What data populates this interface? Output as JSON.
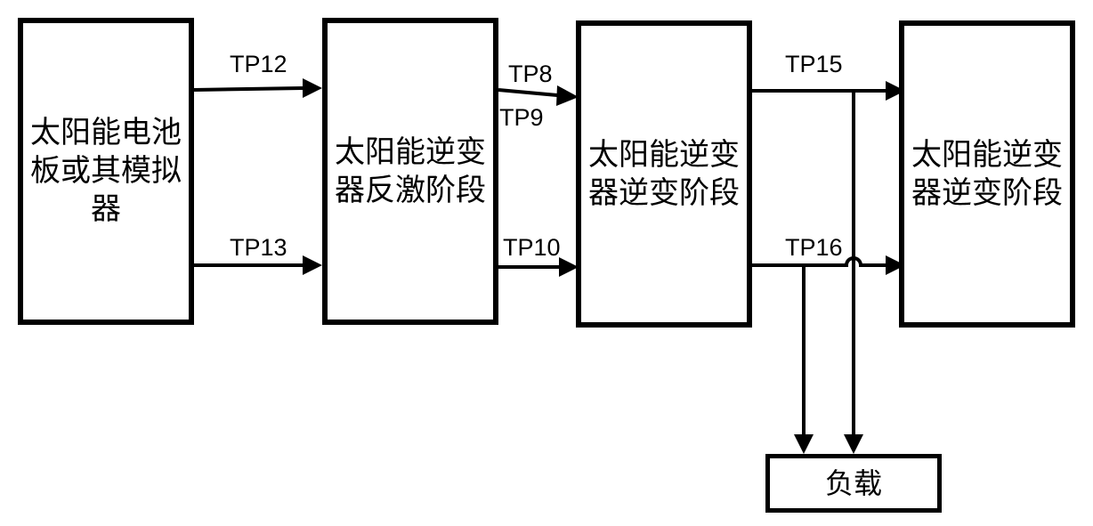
{
  "diagram": {
    "blocks": [
      {
        "id": "source",
        "label": "太阳能电池板或其模拟器"
      },
      {
        "id": "flyback",
        "label": "太阳能逆变器反激阶段"
      },
      {
        "id": "inverter",
        "label": "太阳能逆变器逆变阶段"
      },
      {
        "id": "inverter2",
        "label": "太阳能逆变器逆变阶段"
      },
      {
        "id": "load",
        "label": "负载"
      }
    ],
    "test_points": {
      "tp12": "TP12",
      "tp13": "TP13",
      "tp8": "TP8",
      "tp9": "TP9",
      "tp10": "TP10",
      "tp15": "TP15",
      "tp16": "TP16"
    }
  }
}
